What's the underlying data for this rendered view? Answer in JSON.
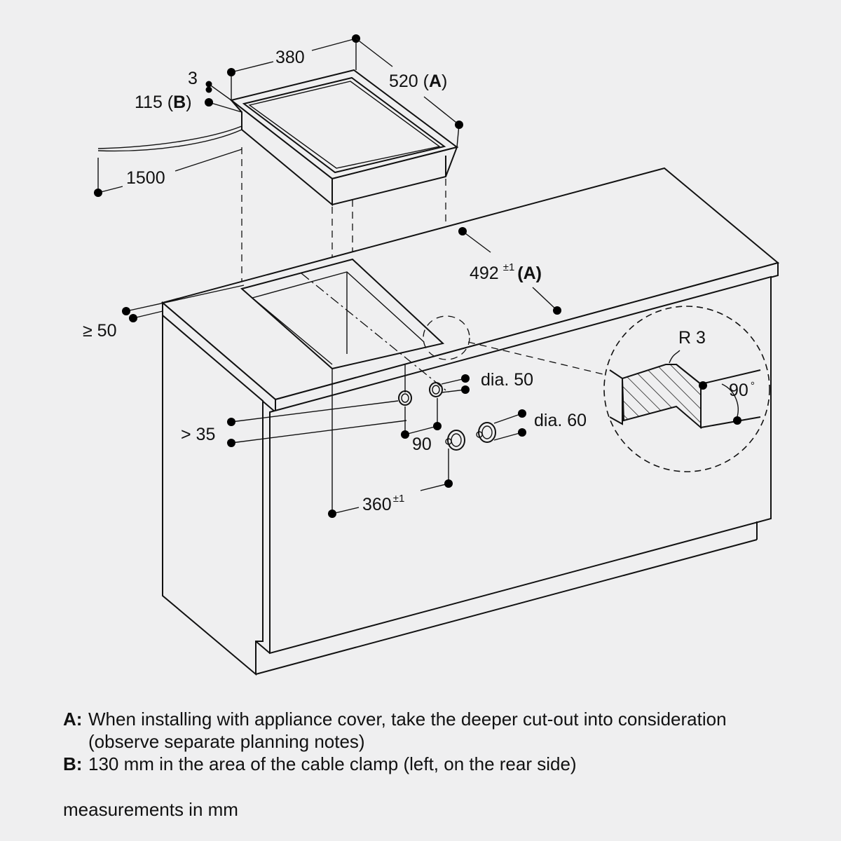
{
  "dimensions": {
    "width_380": "380",
    "depth_520": "520 (",
    "depth_520_note": "A",
    "depth_520_close": ")",
    "height_3": "3",
    "height_115": "115 (",
    "height_115_note": "B",
    "height_115_close": ")",
    "cable_1500": "1500",
    "cutout_492": "492",
    "cutout_492_tol": "±1",
    "cutout_492_note": "(A)",
    "edge_50": "≥ 50",
    "radius_r3": "R 3",
    "angle_90": "90",
    "angle_degree": "°",
    "dia_50": "dia. 50",
    "dia_60": "dia. 60",
    "gap_35": "> 35",
    "spacing_90": "90",
    "cutout_360": "360",
    "cutout_360_tol": "±1"
  },
  "notes": [
    {
      "key": "A:",
      "text": "When installing with appliance cover, take the deeper cut-out into consideration (observe separate planning notes)"
    },
    {
      "key": "B:",
      "text": "130 mm in the area of the cable clamp (left, on the rear side)"
    }
  ],
  "units_note": "measurements in mm",
  "colors": {
    "background": "#efeff0",
    "line": "#111111"
  }
}
